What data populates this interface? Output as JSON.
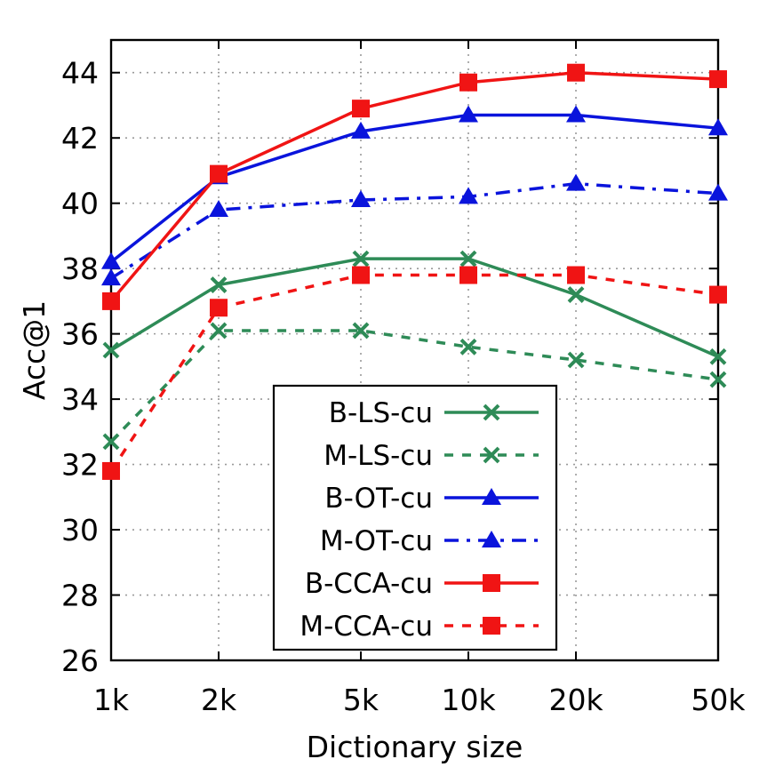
{
  "chart_data": {
    "type": "line",
    "title": "",
    "xlabel": "Dictionary size",
    "ylabel": "Acc@1",
    "categories": [
      "1k",
      "2k",
      "5k",
      "10k",
      "20k",
      "50k"
    ],
    "x_scale": "log",
    "ylim": [
      26,
      45
    ],
    "yticks": [
      26,
      28,
      30,
      32,
      34,
      36,
      38,
      40,
      42,
      44
    ],
    "grid": true,
    "legend_position": "bottom-center",
    "series": [
      {
        "name": "B-LS-cu",
        "color": "#2e8b57",
        "dash": "solid",
        "marker": "x",
        "values": [
          35.5,
          37.5,
          38.3,
          38.3,
          37.2,
          35.3
        ]
      },
      {
        "name": "M-LS-cu",
        "color": "#2e8b57",
        "dash": "dotted",
        "marker": "x",
        "values": [
          32.7,
          36.1,
          36.1,
          35.6,
          35.2,
          34.6
        ]
      },
      {
        "name": "B-OT-cu",
        "color": "#0a14dc",
        "dash": "solid",
        "marker": "triangle",
        "values": [
          38.2,
          40.8,
          42.2,
          42.7,
          42.7,
          42.3
        ]
      },
      {
        "name": "M-OT-cu",
        "color": "#0a14dc",
        "dash": "dashdot",
        "marker": "triangle",
        "values": [
          37.7,
          39.8,
          40.1,
          40.2,
          40.6,
          40.3
        ]
      },
      {
        "name": "B-CCA-cu",
        "color": "#f01414",
        "dash": "solid",
        "marker": "square",
        "values": [
          37.0,
          40.9,
          42.9,
          43.7,
          44.0,
          43.8
        ]
      },
      {
        "name": "M-CCA-cu",
        "color": "#f01414",
        "dash": "dotted",
        "marker": "square",
        "values": [
          31.8,
          36.8,
          37.8,
          37.8,
          37.8,
          37.2
        ]
      }
    ]
  }
}
